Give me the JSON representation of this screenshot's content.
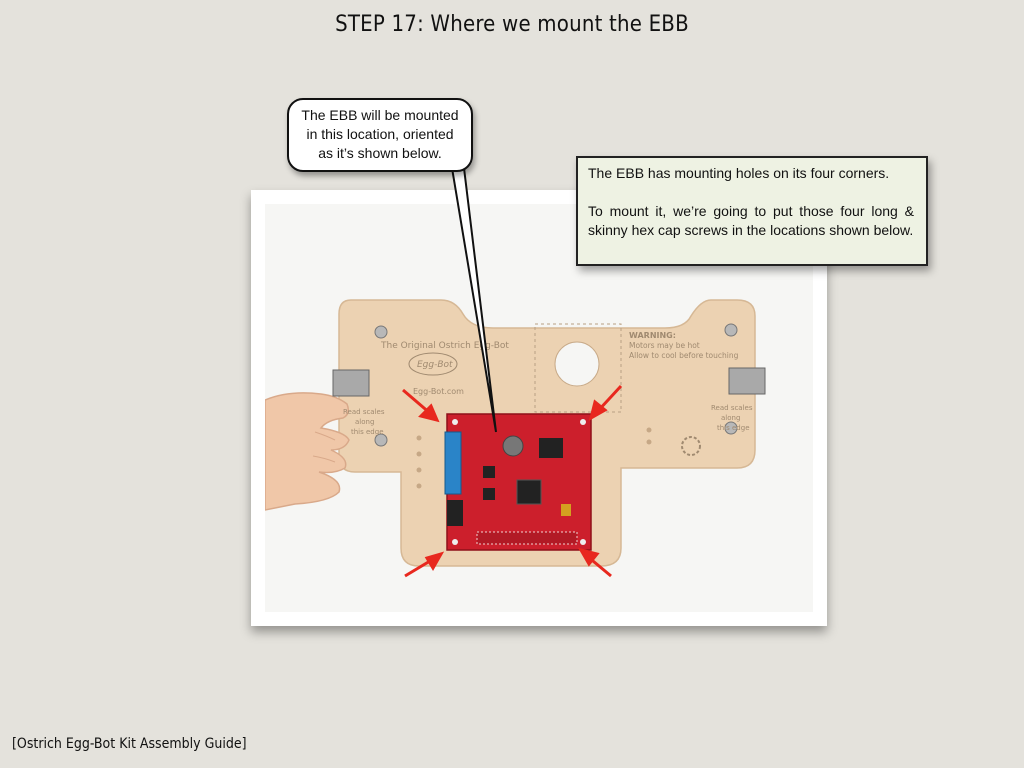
{
  "slide": {
    "title": "STEP 17: Where we mount the EBB",
    "footer": "[Ostrich Egg-Bot Kit Assembly Guide]"
  },
  "callout": {
    "lines": [
      "The EBB will be mounted",
      "in this location, oriented",
      "as it’s shown below."
    ]
  },
  "note": {
    "paragraph1": "The EBB has mounting holes on its four corners.",
    "paragraph2": "To mount it, we’re going to put those four long & skinny hex cap screws in the locations shown below."
  },
  "photo": {
    "board_brand": "The Original Ostrich Egg-Bot",
    "board_logo": "Egg-Bot",
    "board_url": "Egg-Bot.com",
    "warning_title": "WARNING:",
    "warning_line1": "Motors may be hot",
    "warning_line2": "Allow to cool before touching",
    "left_scale": [
      "Read scales",
      "along",
      "this edge"
    ],
    "right_scale": [
      "Read scales",
      "along",
      "this edge"
    ]
  },
  "colors": {
    "background": "#e4e2dc",
    "note_background": "#eef2e3",
    "pcb_red": "#cc1f2c",
    "arrow_red": "#e8281e",
    "plywood": "#ecd2b2"
  }
}
